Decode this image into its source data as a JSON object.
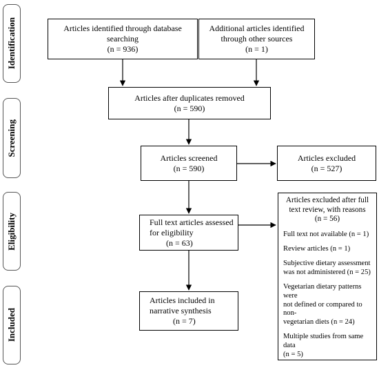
{
  "stages": {
    "identification": "Identification",
    "screening": "Screening",
    "eligibility": "Eligibility",
    "included": "Included"
  },
  "boxes": {
    "database": {
      "line1": "Articles identified through database",
      "line2": "searching",
      "line3": "(n = 936)"
    },
    "other_sources": {
      "line1": "Additional articles identified",
      "line2": "through other sources",
      "line3": "(n = 1)"
    },
    "duplicates_removed": {
      "line1": "Articles after duplicates removed",
      "line2": "(n = 590)"
    },
    "screened": {
      "line1": "Articles screened",
      "line2": "(n = 590)"
    },
    "excluded": {
      "line1": "Articles excluded",
      "line2": "(n = 527)"
    },
    "full_text": {
      "line1": "Full text articles assessed",
      "line2": "for eligibility",
      "line3": "(n = 63)"
    },
    "included": {
      "line1": "Articles included in",
      "line2": "narrative synthesis",
      "line3": "(n = 7)"
    }
  },
  "exclusions": {
    "heading_line1": "Articles excluded after full",
    "heading_line2": "text review, with reasons",
    "heading_line3": "(n = 56)",
    "reasons": [
      {
        "line1": "Full text not available (n = 1)",
        "line2": ""
      },
      {
        "line1": "Review articles (n = 1)",
        "line2": ""
      },
      {
        "line1": "Subjective dietary assessment",
        "line2": "was not administered (n = 25)"
      },
      {
        "line1": "Vegetarian dietary patterns were",
        "line2": "not defined or compared to non-",
        "line3": "vegetarian diets (n = 24)"
      },
      {
        "line1": "Multiple studies from same data",
        "line2": "(n = 5)"
      }
    ]
  }
}
